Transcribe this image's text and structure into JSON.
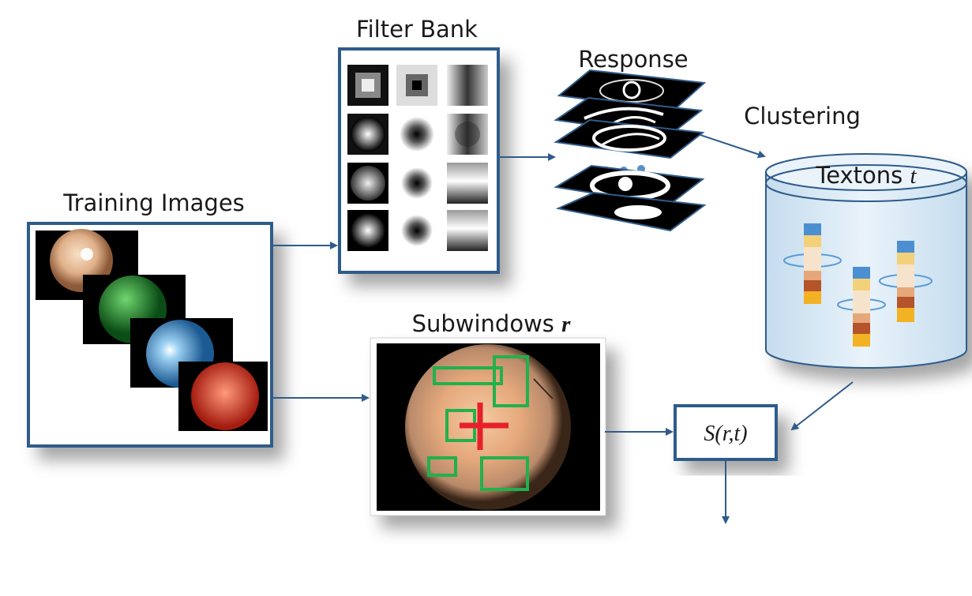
{
  "labels": {
    "filter_bank": "Filter Bank",
    "response": "Response",
    "clustering": "Clustering",
    "training_images": "Training Images",
    "subwindows_prefix": "Subwindows ",
    "subwindows_var": "r",
    "textons_prefix": "Textons ",
    "textons_var": "t",
    "score": "S(r,t)"
  },
  "colors": {
    "frame": "#2f5c8a",
    "arrow": "#2f5c8a",
    "cylinder_fill": "#d9e9f5",
    "cylinder_stroke": "#2f5c8a",
    "subwindow_box": "#22b14c",
    "center_cross": "#e6202a",
    "response_dots": "#5b8fc9",
    "texton_swatches": [
      "#4b8fd1",
      "#f3d17a",
      "#f6e3cc",
      "#e6a77a",
      "#b5532a",
      "#f3b124"
    ]
  }
}
